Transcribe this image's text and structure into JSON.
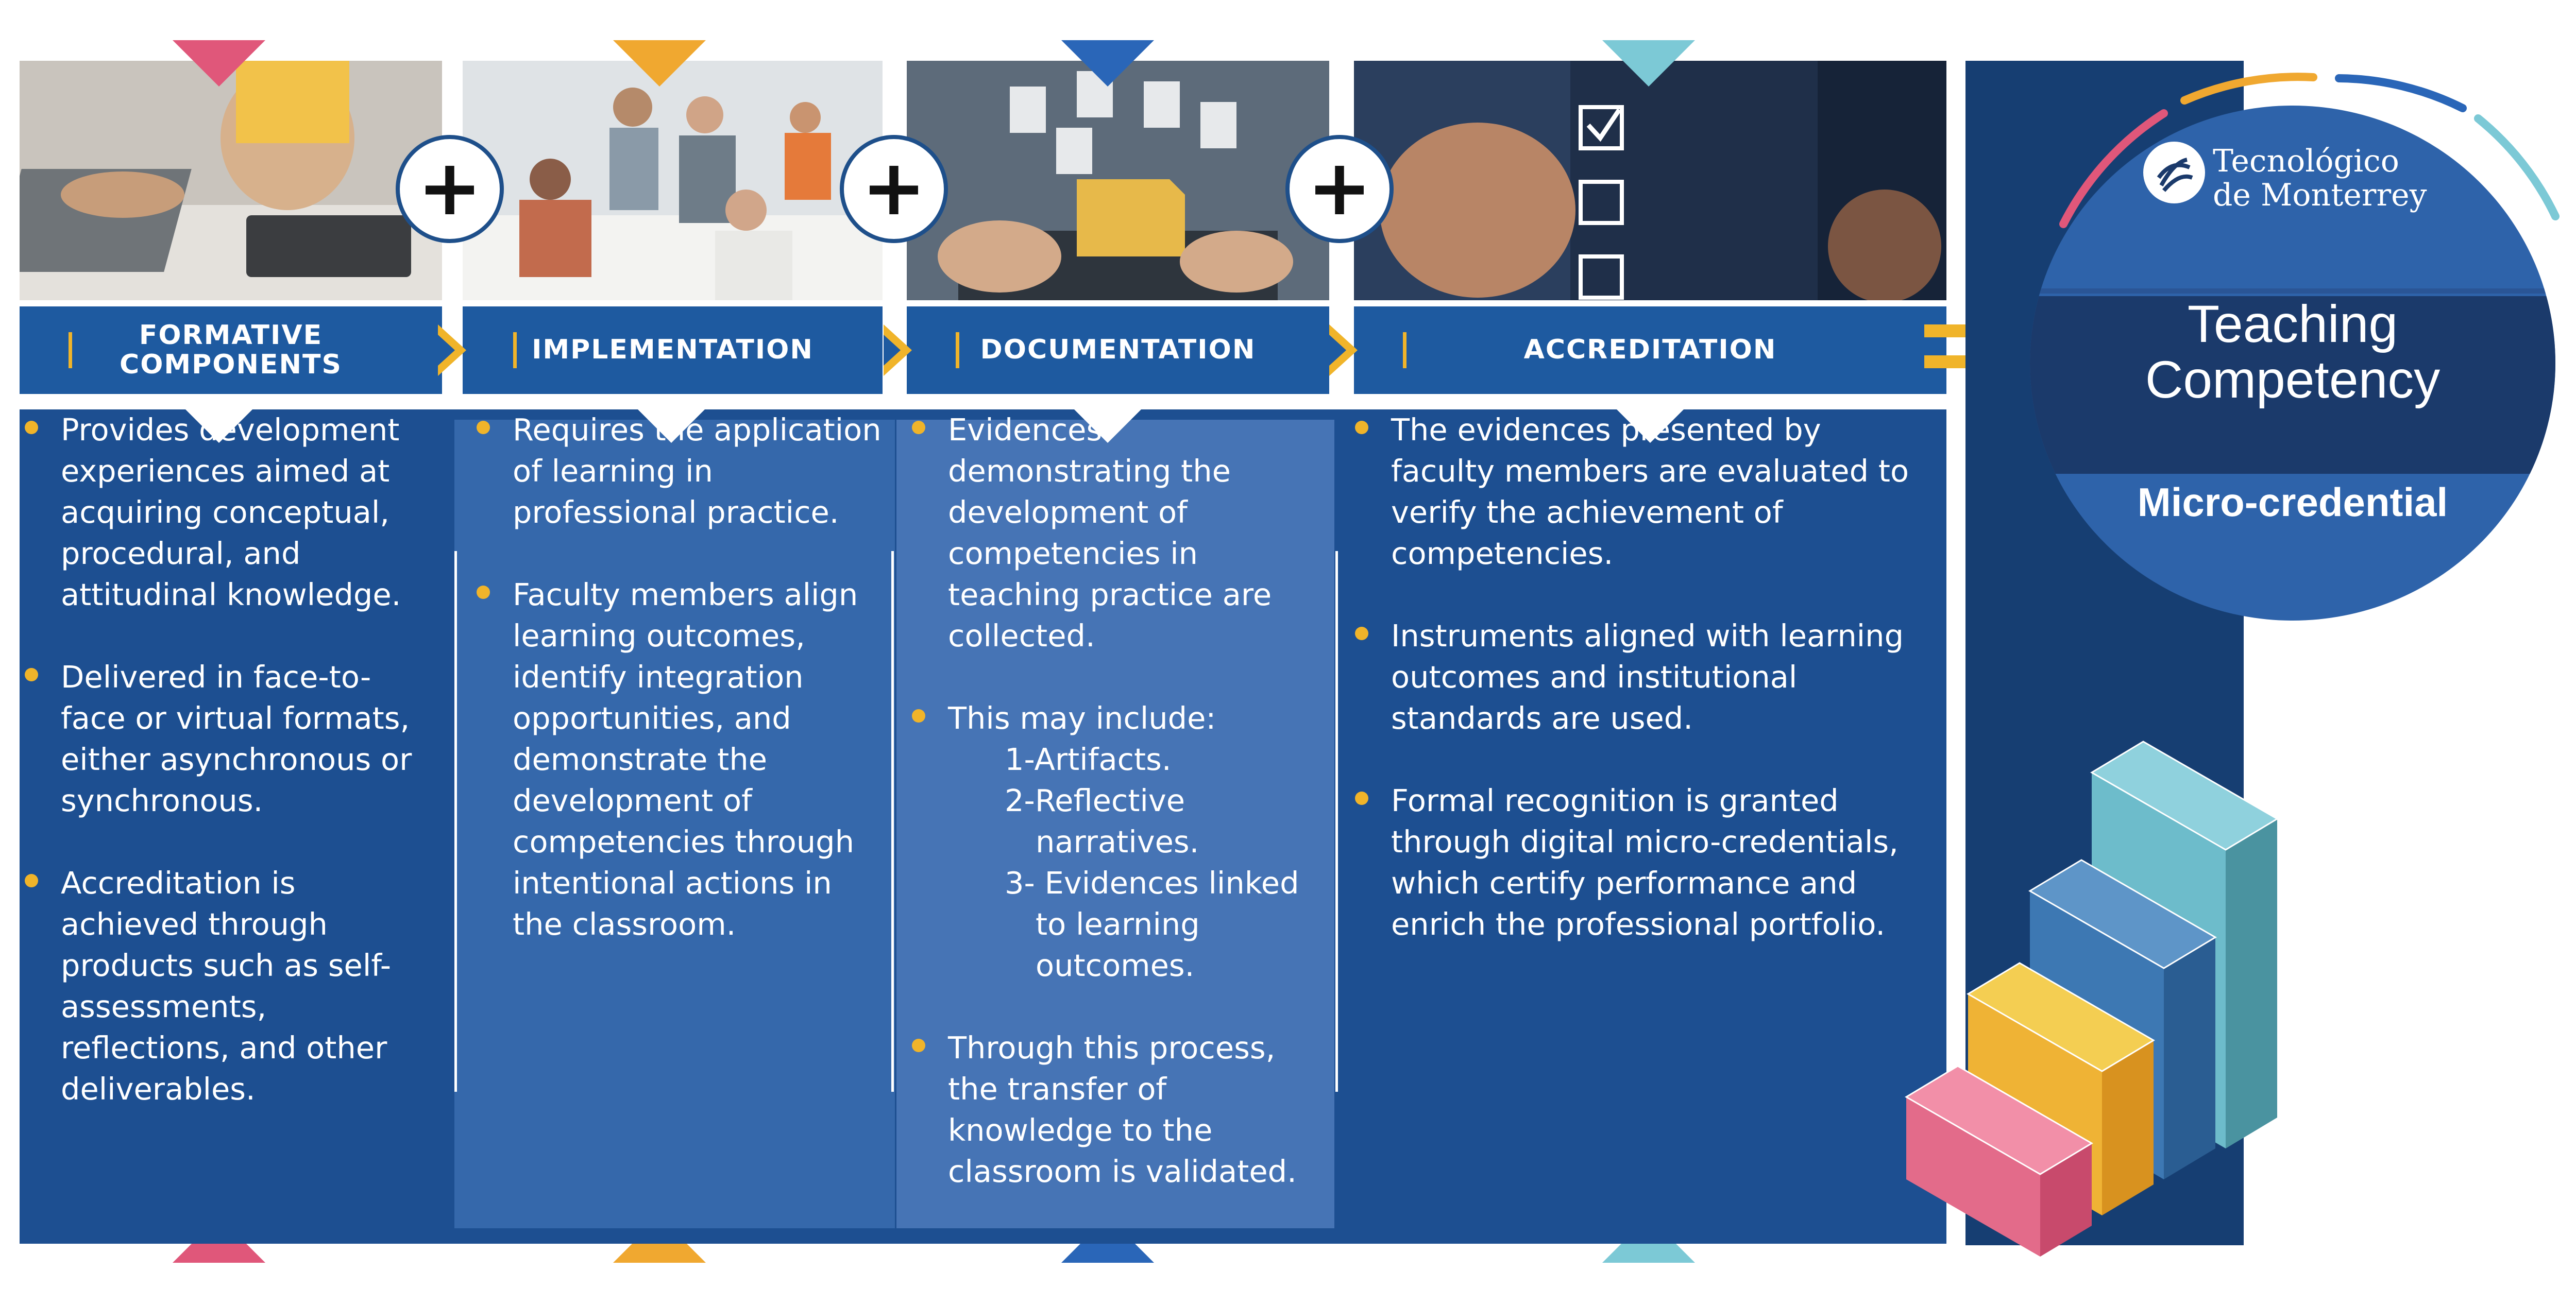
{
  "stages": [
    {
      "title_line1": "FORMATIVE",
      "title_line2": "COMPONENTS",
      "accent": "#e0577a",
      "bullets": [
        "Provides development experiences aimed at acquiring conceptual, procedural, and attitudinal knowledge.",
        "Delivered in face-to-face or virtual formats, either asynchronous or synchronous.",
        "Accreditation is achieved through products such as self-assessments, reflections, and other deliverables."
      ]
    },
    {
      "title_line1": "IMPLEMENTATION",
      "accent": "#f0a830",
      "bullets": [
        "Requires the application of learning in professional practice.",
        "Faculty members align learning outcomes, identify integration opportunities, and demonstrate the development of competencies through intentional actions in the classroom."
      ]
    },
    {
      "title_line1": "DOCUMENTATION",
      "accent": "#2a66b8",
      "bullets": [
        "Evidences demonstrating the development of competencies in teaching practice are collected.",
        "This may include:",
        "Through this process, the transfer of knowledge to the classroom is validated."
      ],
      "sub_items": [
        "1-Artifacts.",
        "2-Reflective",
        "narratives.",
        "3- Evidences linked",
        "to learning",
        "outcomes."
      ]
    },
    {
      "title_line1": "ACCREDITATION",
      "accent": "#7cc9d6",
      "bullets": [
        "The evidences presented by faculty members are evaluated to verify the achievement of competencies.",
        "Instruments aligned with learning outcomes and institutional standards are used.",
        "Formal recognition is granted through digital micro-credentials, which certify performance and enrich the professional portfolio."
      ]
    }
  ],
  "operators": {
    "plus": "+"
  },
  "badge": {
    "brand_line1": "Tecnológico",
    "brand_line2": "de Monterrey",
    "title_line1": "Teaching",
    "title_line2": "Competency",
    "subtitle": "Micro-credential"
  },
  "colors": {
    "panel_dark": "#1d4f91",
    "panel_light": "#3a6aad",
    "band": "#1e5aa0",
    "sidebar": "#163e72",
    "bullet": "#f0b42a"
  },
  "icons": [
    "seal-icon",
    "checklist-icon",
    "documents-icon",
    "stairs-icon"
  ]
}
